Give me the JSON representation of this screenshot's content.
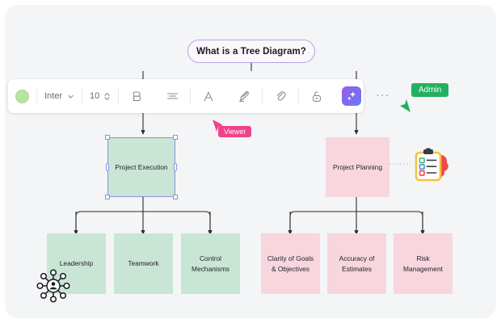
{
  "app": {
    "title_node": "What is a Tree Diagram?"
  },
  "toolbar": {
    "color_swatch": "#b9e3a0",
    "font_family": "Inter",
    "font_size": "10",
    "bold_label": "B",
    "icons": [
      "color-swatch-icon",
      "chevron-down-icon",
      "stepper-icon",
      "bold-icon",
      "align-icon",
      "text-color-icon",
      "highlighter-icon",
      "link-icon",
      "lock-icon",
      "ai-sparkle-icon",
      "more-options-icon"
    ],
    "more_label": "···"
  },
  "cursors": [
    {
      "name": "Viewer",
      "color": "#f0418a"
    },
    {
      "name": "Admin",
      "color": "#22b060"
    }
  ],
  "diagram": {
    "root": {
      "label": "What is a Tree Diagram?"
    },
    "level1": [
      {
        "label": "Project Execution",
        "color": "#c9e5d5",
        "selected": true
      },
      {
        "label": "Project Planning",
        "color": "#f8d6de",
        "selected": false
      }
    ],
    "level2_left": [
      {
        "label": "Leadership",
        "color": "#c9e5d5"
      },
      {
        "label": "Teamwork",
        "color": "#c9e5d5"
      },
      {
        "label": "Control Mechanisms",
        "color": "#c9e5d5"
      }
    ],
    "level2_right": [
      {
        "label": "Clarity of Goals & Objectives",
        "color": "#f8d6de"
      },
      {
        "label": "Accuracy of Estimates",
        "color": "#f8d6de"
      },
      {
        "label": "Risk Management",
        "color": "#f8d6de"
      }
    ],
    "stickers": [
      {
        "name": "network-hub-icon"
      },
      {
        "name": "clipboard-checklist-icon"
      }
    ]
  },
  "colors": {
    "canvas": "#f4f5f6",
    "green_node": "#c9e5d5",
    "pink_node": "#f8d6de",
    "title_border": "#b9a2e3",
    "selection": "#8f8fe0",
    "connector": "#2b2b2b"
  }
}
